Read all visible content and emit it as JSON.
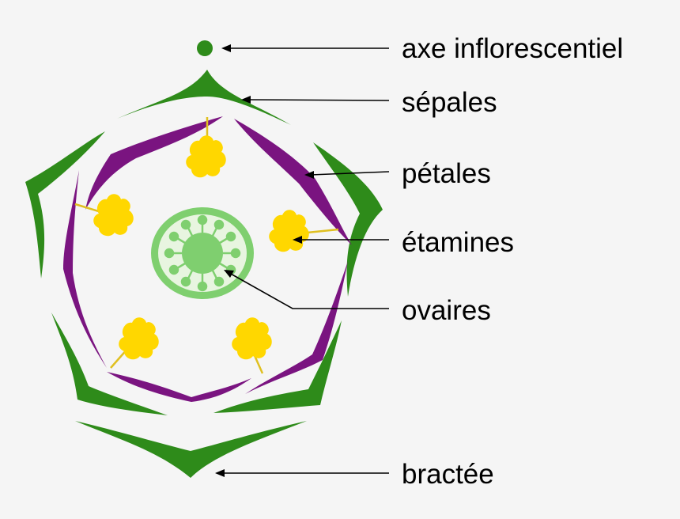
{
  "colors": {
    "background": "#f5f5f5",
    "green": "#2e8b1a",
    "purple": "#7a1480",
    "yellow": "#ffd700",
    "light_green": "#7fcf6f",
    "filament": "#e0c020"
  },
  "labels": {
    "axe": "axe inflorescentiel",
    "sepales": "sépales",
    "petales": "pétales",
    "etamines": "étamines",
    "ovaires": "ovaires",
    "bractee": "bractée"
  }
}
